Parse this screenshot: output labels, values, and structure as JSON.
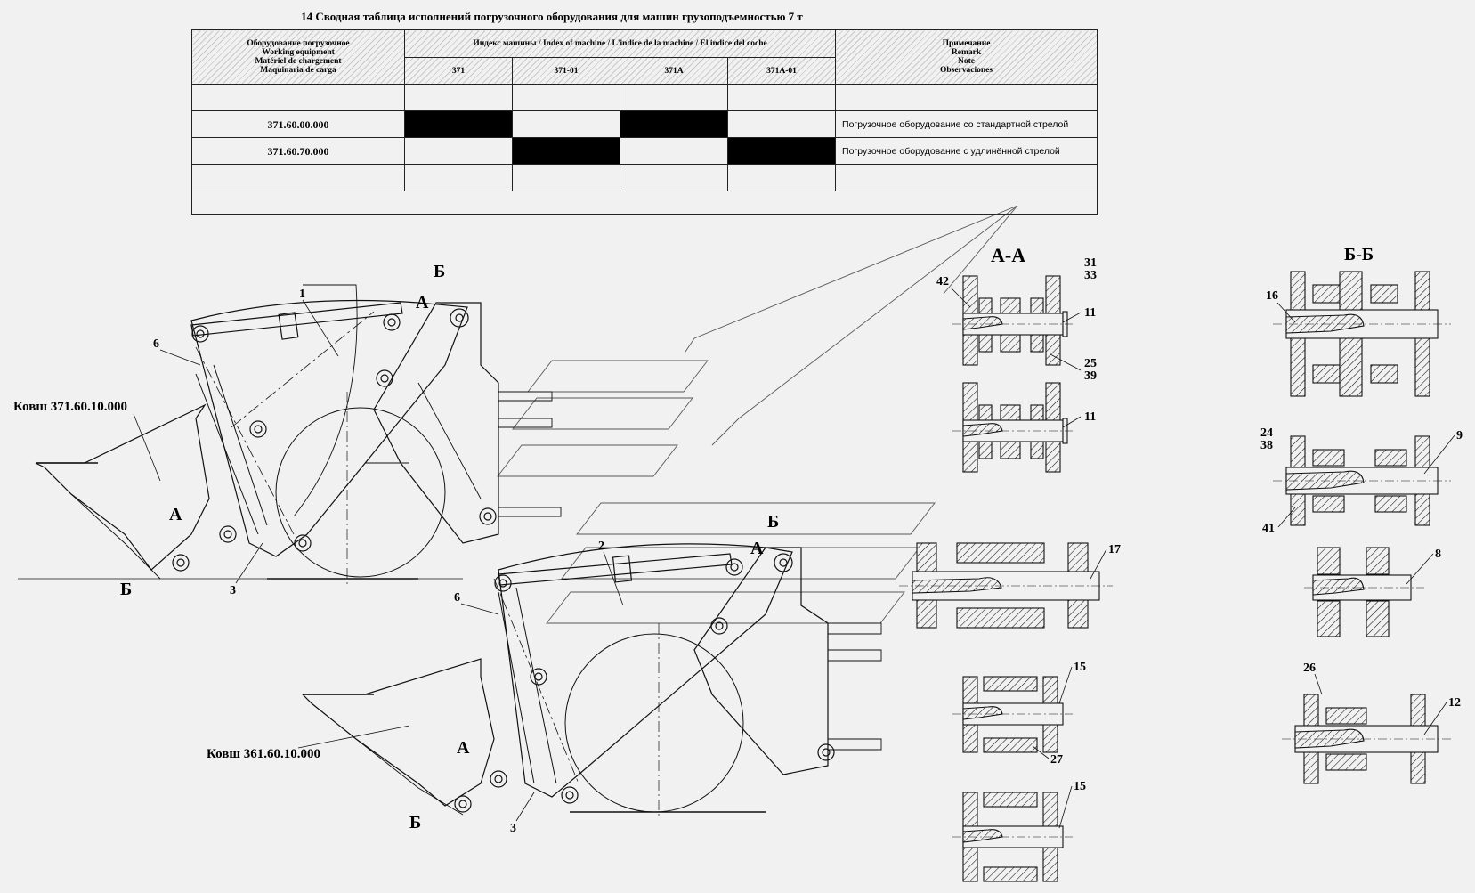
{
  "title": "14    Сводная таблица исполнений погрузочного оборудования для машин грузоподъемностью 7 т",
  "table": {
    "equipment_header": [
      "Оборудование погрузочное",
      "Working equipment",
      "Matériel de chargement",
      "Maquinaria de carga"
    ],
    "index_header": "Индекс машины / Index of machine / L'indice de la machine / El indice del coche",
    "remark_header": [
      "Примечание",
      "Remark",
      "Note",
      "Observaciones"
    ],
    "machines": [
      "371",
      "371-01",
      "371A",
      "371A-01"
    ],
    "rows": [
      {
        "equipment": "",
        "cells": [
          false,
          false,
          false,
          false
        ],
        "remark": ""
      },
      {
        "equipment": "371.60.00.000",
        "cells": [
          true,
          false,
          true,
          false
        ],
        "remark": "Погрузочное оборудование со стандартной стрелой"
      },
      {
        "equipment": "371.60.70.000",
        "cells": [
          false,
          true,
          false,
          true
        ],
        "remark": "Погрузочное оборудование с удлинённой стрелой"
      },
      {
        "equipment": "",
        "cells": [
          false,
          false,
          false,
          false
        ],
        "remark": ""
      }
    ]
  },
  "drawing": {
    "section_labels": {
      "aa": "А-А",
      "bb": "Б-Б"
    },
    "bucket_upper": "Ковш 371.60.10.000",
    "bucket_lower": "Ковш 361.60.10.000",
    "cut_a": "А",
    "cut_b": "Б",
    "callouts_upper": [
      "1",
      "6",
      "3"
    ],
    "callouts_lower": [
      "2",
      "6",
      "3"
    ],
    "callouts_aa": [
      "42",
      "31",
      "33",
      "11",
      "25",
      "39",
      "11",
      "17",
      "15",
      "27",
      "15"
    ],
    "callouts_bb": [
      "16",
      "24",
      "38",
      "9",
      "41",
      "8",
      "26",
      "12"
    ]
  }
}
